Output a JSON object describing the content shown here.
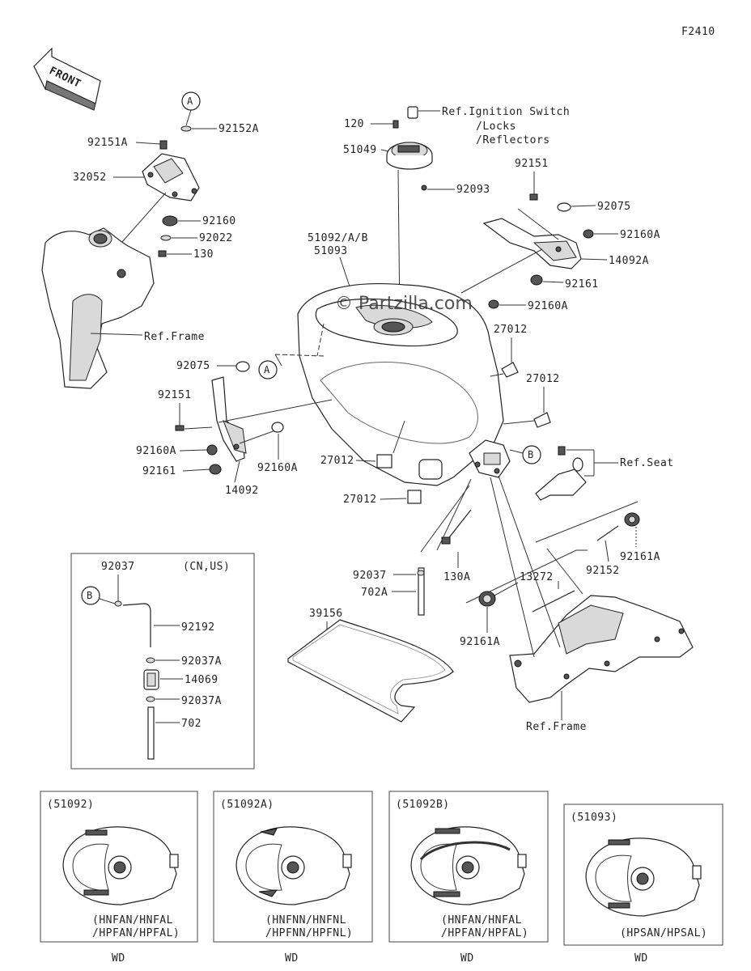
{
  "diagram_code": "F2410",
  "front_label": "FRONT",
  "watermark": "© Partzilla.com",
  "callouts": {
    "circle_a": "A",
    "circle_b": "B"
  },
  "labels": {
    "p92152A": "92152A",
    "p92151A": "92151A",
    "p32052": "32052",
    "p92160": "92160",
    "p92022": "92022",
    "p130": "130",
    "ref_frame_left": "Ref.Frame",
    "p92075_left": "92075",
    "p92151_left": "92151",
    "p92160A_left": "92160A",
    "p92161_left": "92161",
    "p14092": "14092",
    "p92160A_lower": "92160A",
    "p120": "120",
    "p51049": "51049",
    "ref_ignition_1": "Ref.Ignition Switch",
    "ref_ignition_2": "/Locks",
    "ref_ignition_3": "/Reflectors",
    "p92093": "92093",
    "p51092AB": "51092/A/B",
    "p51093": "51093",
    "p92151_right": "92151",
    "p92075_right": "92075",
    "p92160A_right": "92160A",
    "p14092A": "14092A",
    "p92161_right": "92161",
    "p92160A_mid": "92160A",
    "p27012_a": "27012",
    "p27012_b": "27012",
    "p27012_c": "27012",
    "p27012_d": "27012",
    "ref_seat": "Ref.Seat",
    "p130A": "130A",
    "p92161A_right": "92161A",
    "p92152": "92152",
    "p13272": "13272",
    "p92161A_low": "92161A",
    "p92037": "92037",
    "p702A": "702A",
    "p39156": "39156",
    "ref_frame_right": "Ref.Frame"
  },
  "inset": {
    "region": "(CN,US)",
    "p92037": "92037",
    "p92192": "92192",
    "p92037A_1": "92037A",
    "p14069": "14069",
    "p92037A_2": "92037A",
    "p702": "702"
  },
  "variants": [
    {
      "code": "(51092)",
      "models_1": "(HNFAN/HNFAL",
      "models_2": "/HPFAN/HPFAL)",
      "footer": "WD"
    },
    {
      "code": "(51092A)",
      "models_1": "(HNFNN/HNFNL",
      "models_2": "/HPFNN/HPFNL)",
      "footer": "WD"
    },
    {
      "code": "(51092B)",
      "models_1": "(HNFAN/HNFAL",
      "models_2": "/HPFAN/HPFAL)",
      "footer": "WD"
    },
    {
      "code": "(51093)",
      "models_1": "(HPSAN/HPSAL)",
      "models_2": "",
      "footer": "WD"
    }
  ]
}
